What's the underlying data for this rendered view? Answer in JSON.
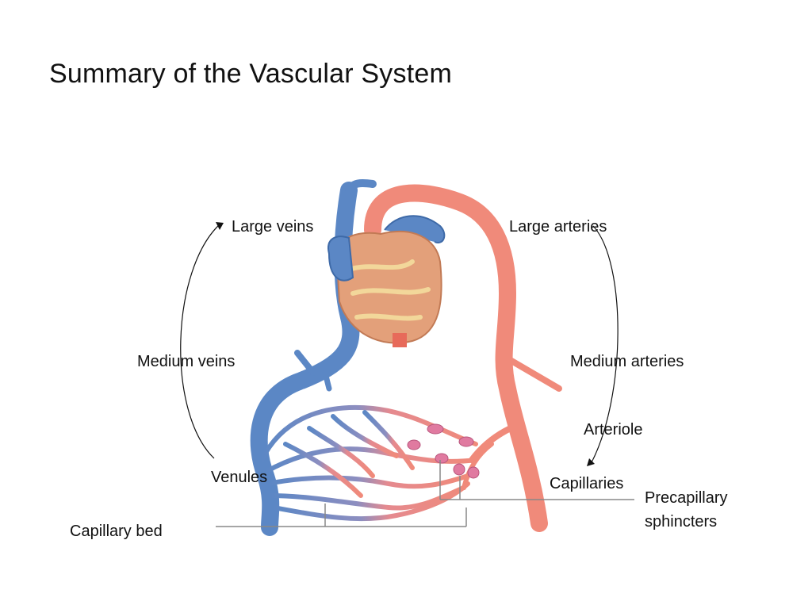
{
  "slide": {
    "title": "Summary of the Vascular System"
  },
  "labels": {
    "large_veins": "Large veins",
    "large_arteries": "Large arteries",
    "medium_veins": "Medium veins",
    "medium_arteries": "Medium arteries",
    "arteriole": "Arteriole",
    "venules": "Venules",
    "capillaries": "Capillaries",
    "precapillary_sphincters_line1": "Precapillary",
    "precapillary_sphincters_line2": "sphincters",
    "capillary_bed": "Capillary bed"
  },
  "colors": {
    "vein": "#5b87c5",
    "artery": "#f08a7a",
    "sphincter": "#e07aa0",
    "heart_muscle": "#e3a07a",
    "heart_fat": "#f2d79a"
  }
}
